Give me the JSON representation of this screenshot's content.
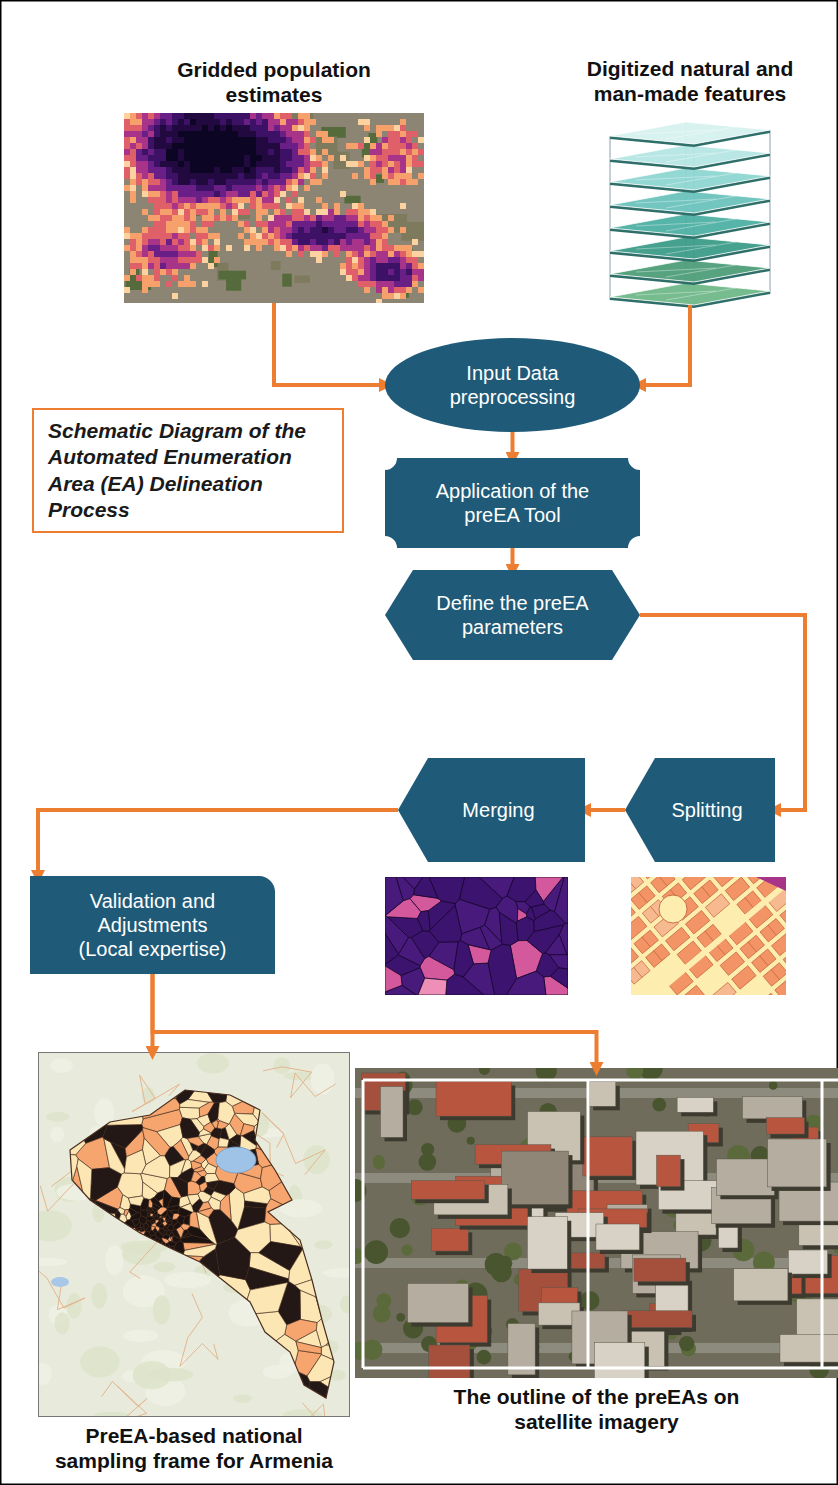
{
  "diagram": {
    "title": "Schematic Diagram of the Automated Enumeration Area (EA) Delineation Process",
    "nodes": [
      {
        "text": [
          "Gridded population estimates"
        ]
      },
      {
        "text": [
          "Digitized natural and man-made features"
        ]
      },
      {
        "text": [
          "Input Data preprocessing"
        ]
      },
      {
        "text": [
          "Application of the preEA Tool"
        ]
      },
      {
        "text": [
          "Define the preEA parameters"
        ]
      },
      {
        "text": [
          "Splitting"
        ]
      },
      {
        "text": [
          "Merging"
        ]
      },
      {
        "text": [
          "Validation and Adjustments (Local expertise)"
        ]
      },
      {
        "text": [
          "PreEA-based national sampling frame for Armenia"
        ]
      },
      {
        "text": [
          "The outline of the preEAs on satellite imagery"
        ]
      }
    ],
    "edges": [
      {
        "from": 0,
        "to": 2,
        "arrow": "to"
      },
      {
        "from": 1,
        "to": 2,
        "arrow": "to"
      },
      {
        "from": 2,
        "to": 3,
        "arrow": "to"
      },
      {
        "from": 3,
        "to": 4,
        "arrow": "to"
      },
      {
        "from": 4,
        "to": 5,
        "arrow": "to"
      },
      {
        "from": 5,
        "to": 6,
        "arrow": "to"
      },
      {
        "from": 6,
        "to": 7,
        "arrow": "to"
      },
      {
        "from": 7,
        "to": 8,
        "arrow": "to"
      },
      {
        "from": 7,
        "to": 9,
        "arrow": "to"
      }
    ]
  }
}
